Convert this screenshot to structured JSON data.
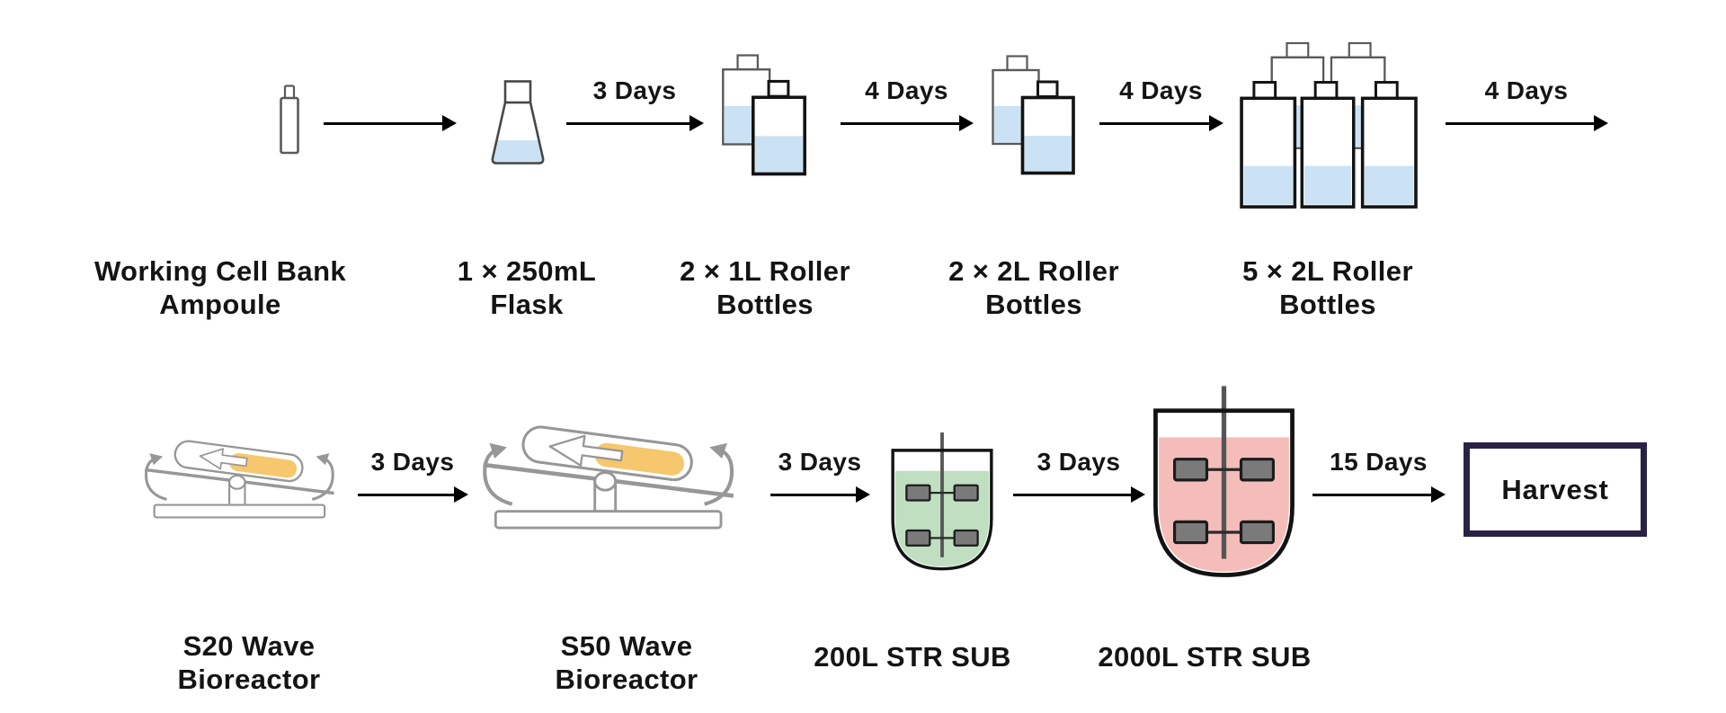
{
  "stages": [
    {
      "id": "working-cell-bank-ampoule",
      "line1": "Working Cell Bank",
      "line2": "Ampoule"
    },
    {
      "id": "flask-250ml",
      "line1": "1 × 250mL",
      "line2": "Flask"
    },
    {
      "id": "roller-bottles-2x1l",
      "line1": "2 × 1L Roller",
      "line2": "Bottles"
    },
    {
      "id": "roller-bottles-2x2l",
      "line1": "2 × 2L Roller",
      "line2": "Bottles"
    },
    {
      "id": "roller-bottles-5x2l",
      "line1": "5 × 2L Roller",
      "line2": "Bottles"
    },
    {
      "id": "s20-wave-bioreactor",
      "line1": "S20 Wave",
      "line2": "Bioreactor"
    },
    {
      "id": "s50-wave-bioreactor",
      "line1": "S50 Wave",
      "line2": "Bioreactor"
    },
    {
      "id": "str-sub-200l",
      "line1": "200L STR SUB",
      "line2": ""
    },
    {
      "id": "str-sub-2000l",
      "line1": "2000L STR SUB",
      "line2": ""
    },
    {
      "id": "harvest",
      "line1": "Harvest",
      "line2": ""
    }
  ],
  "transitions": [
    {
      "label": ""
    },
    {
      "label": "3 Days"
    },
    {
      "label": "4 Days"
    },
    {
      "label": "4 Days"
    },
    {
      "label": "4 Days"
    },
    {
      "label": "3 Days"
    },
    {
      "label": "3 Days"
    },
    {
      "label": "3 Days"
    },
    {
      "label": "15 Days"
    }
  ],
  "colors": {
    "background": "#ffffff",
    "text": "#141414",
    "arrow": "#000000",
    "liquid_blue": "#cbe2f4",
    "liquid_green": "#bfdfc0",
    "liquid_pink": "#f5bdba",
    "bag_orange": "#f6c76c",
    "harvest_border": "#2a2245",
    "impeller_fill": "#7a7a7a",
    "machine_stroke": "#979797",
    "bottle_back_stroke": "#5a5a5a",
    "bottle_front_stroke": "#131313"
  }
}
